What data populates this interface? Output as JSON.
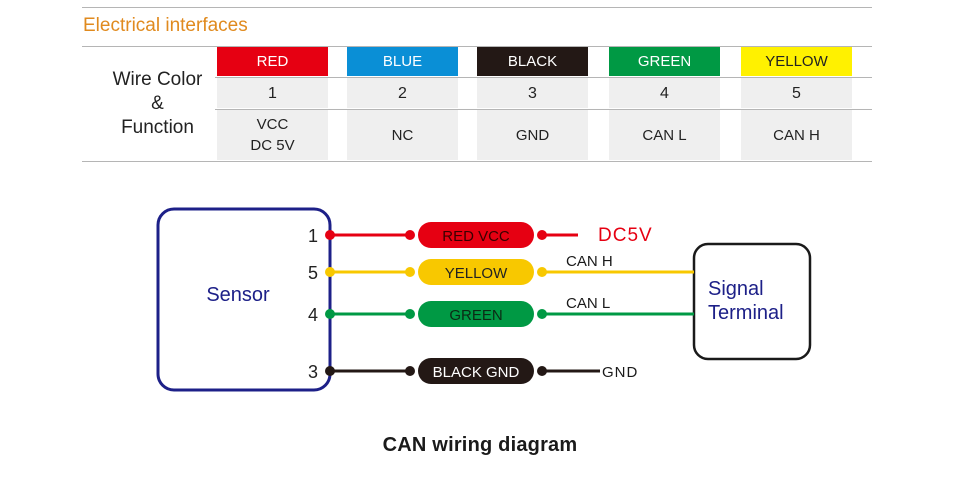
{
  "section_title": "Electrical interfaces",
  "table": {
    "row_label": [
      "Wire Color",
      "&",
      "Function"
    ],
    "columns": [
      {
        "color_name": "RED",
        "color": "#e60012",
        "text_color": "#ffffff",
        "pin": "1",
        "function": "VCC\nDC 5V"
      },
      {
        "color_name": "BLUE",
        "color": "#0a8fd6",
        "text_color": "#ffffff",
        "pin": "2",
        "function": "NC"
      },
      {
        "color_name": "BLACK",
        "color": "#231815",
        "text_color": "#ffffff",
        "pin": "3",
        "function": "GND"
      },
      {
        "color_name": "GREEN",
        "color": "#009944",
        "text_color": "#ffffff",
        "pin": "4",
        "function": "CAN L"
      },
      {
        "color_name": "YELLOW",
        "color": "#fff100",
        "text_color": "#222222",
        "pin": "5",
        "function": "CAN H"
      }
    ]
  },
  "diagram": {
    "sensor_label": "Sensor",
    "terminal_label": [
      "Signal",
      "Terminal"
    ],
    "box_color": "#1d2088",
    "terminal_box_color": "#1a1a1a",
    "wires": [
      {
        "pin": "1",
        "label": "RED   VCC",
        "color": "#e60012",
        "label_color": "#3a0000",
        "end_label": "DC5V",
        "end_label_color": "#e60012",
        "to_terminal": false
      },
      {
        "pin": "5",
        "label": "YELLOW",
        "color": "#f8c800",
        "label_color": "#222222",
        "end_label": "CAN H",
        "end_label_color": "#1a1a1a",
        "to_terminal": true
      },
      {
        "pin": "4",
        "label": "GREEN",
        "color": "#009944",
        "label_color": "#0b2a14",
        "end_label": "CAN L",
        "end_label_color": "#1a1a1a",
        "to_terminal": true
      },
      {
        "pin": "3",
        "label": "BLACK  GND",
        "color": "#231815",
        "label_color": "#ffffff",
        "end_label": "GND",
        "end_label_color": "#1a1a1a",
        "to_terminal": false
      }
    ]
  },
  "caption": "CAN  wiring diagram"
}
